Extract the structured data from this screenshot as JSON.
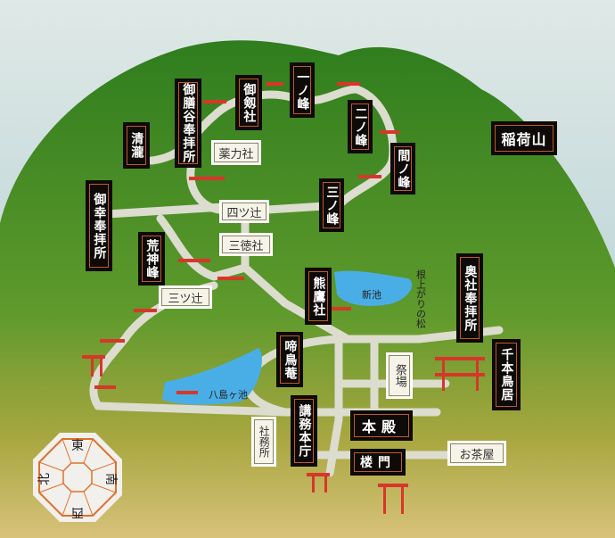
{
  "map": {
    "mountain": "稲荷山",
    "peaks": {
      "ichinomine": "一ノ峰",
      "ninomine": "二ノ峰",
      "mamine": "間ノ峰",
      "sannomine": "三ノ峰",
      "koujinmine": "荒神峰"
    },
    "shrines": {
      "otsurugi": "御剱社",
      "gozendani": "御膳谷奉拝所",
      "kiyotaki": "清瀧",
      "gokou": "御幸奉拝所",
      "kumataka": "熊鷹社",
      "okusha": "奥社奉拝所",
      "senbon_torii": "千本鳥居",
      "teichouan": "啼鳥菴",
      "koumu": "講務本庁",
      "honden": "本殿",
      "roumon": "楼門"
    },
    "white_labels": {
      "yakuriki": "薬力社",
      "yotsutsuji": "四ツ辻",
      "santoku": "三徳社",
      "mitsutsuji": "三ツ辻",
      "saijou": "祭場",
      "shamusho": "社務所",
      "ochaya": "お茶屋"
    },
    "text": {
      "shinike": "新池",
      "neagari": "根上がりの松",
      "yashimagaike": "八島ヶ池"
    },
    "compass": {
      "east": "東",
      "south": "南",
      "west": "西",
      "north": "北"
    }
  },
  "colors": {
    "torii": "#d6372a",
    "label_bg": "#0d0a08",
    "label_border": "#c0592c",
    "pond": "#4aaee6",
    "path": "#dcdccf"
  }
}
